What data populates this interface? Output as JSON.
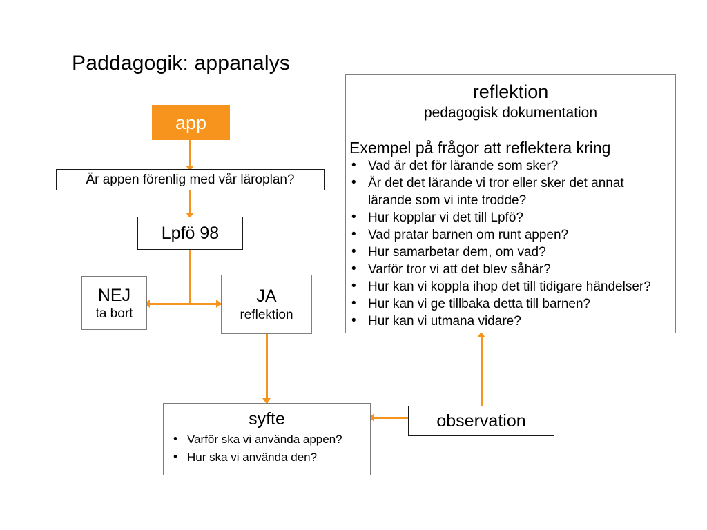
{
  "slide": {
    "title": "Paddagogik: appanalys",
    "accent_color": "#f7941d",
    "background_color": "#ffffff",
    "text_color": "#000000"
  },
  "nodes": {
    "app": {
      "label": "app"
    },
    "question": {
      "label": "Är appen förenlig med vår läroplan?"
    },
    "lpfo": {
      "label": "Lpfö 98"
    },
    "nej": {
      "title": "NEJ",
      "subtitle": "ta bort"
    },
    "ja": {
      "title": "JA",
      "subtitle": "reflektion"
    },
    "observation": {
      "label": "observation"
    },
    "syfte": {
      "title": "syfte",
      "bullets": [
        "Varför ska vi använda appen?",
        "Hur ska vi använda den?"
      ]
    },
    "reflektion": {
      "title": "reflektion",
      "subtitle": "pedagogisk dokumentation",
      "lead": "Exempel på frågor att reflektera kring",
      "bullets": [
        "Vad är det för lärande som sker?",
        "Är det det lärande vi tror eller sker det annat",
        "Hur kopplar vi det till Lpfö?",
        "Vad pratar barnen om runt appen?",
        "Hur samarbetar dem, om vad?",
        "Varför tror vi att det blev såhär?",
        "Hur kan vi koppla ihop det till tidigare händelser?",
        "Hur kan vi ge tillbaka detta till barnen?",
        "Hur kan vi utmana vidare?"
      ],
      "bullet_1_continuation": "lärande som vi inte trodde?"
    }
  }
}
